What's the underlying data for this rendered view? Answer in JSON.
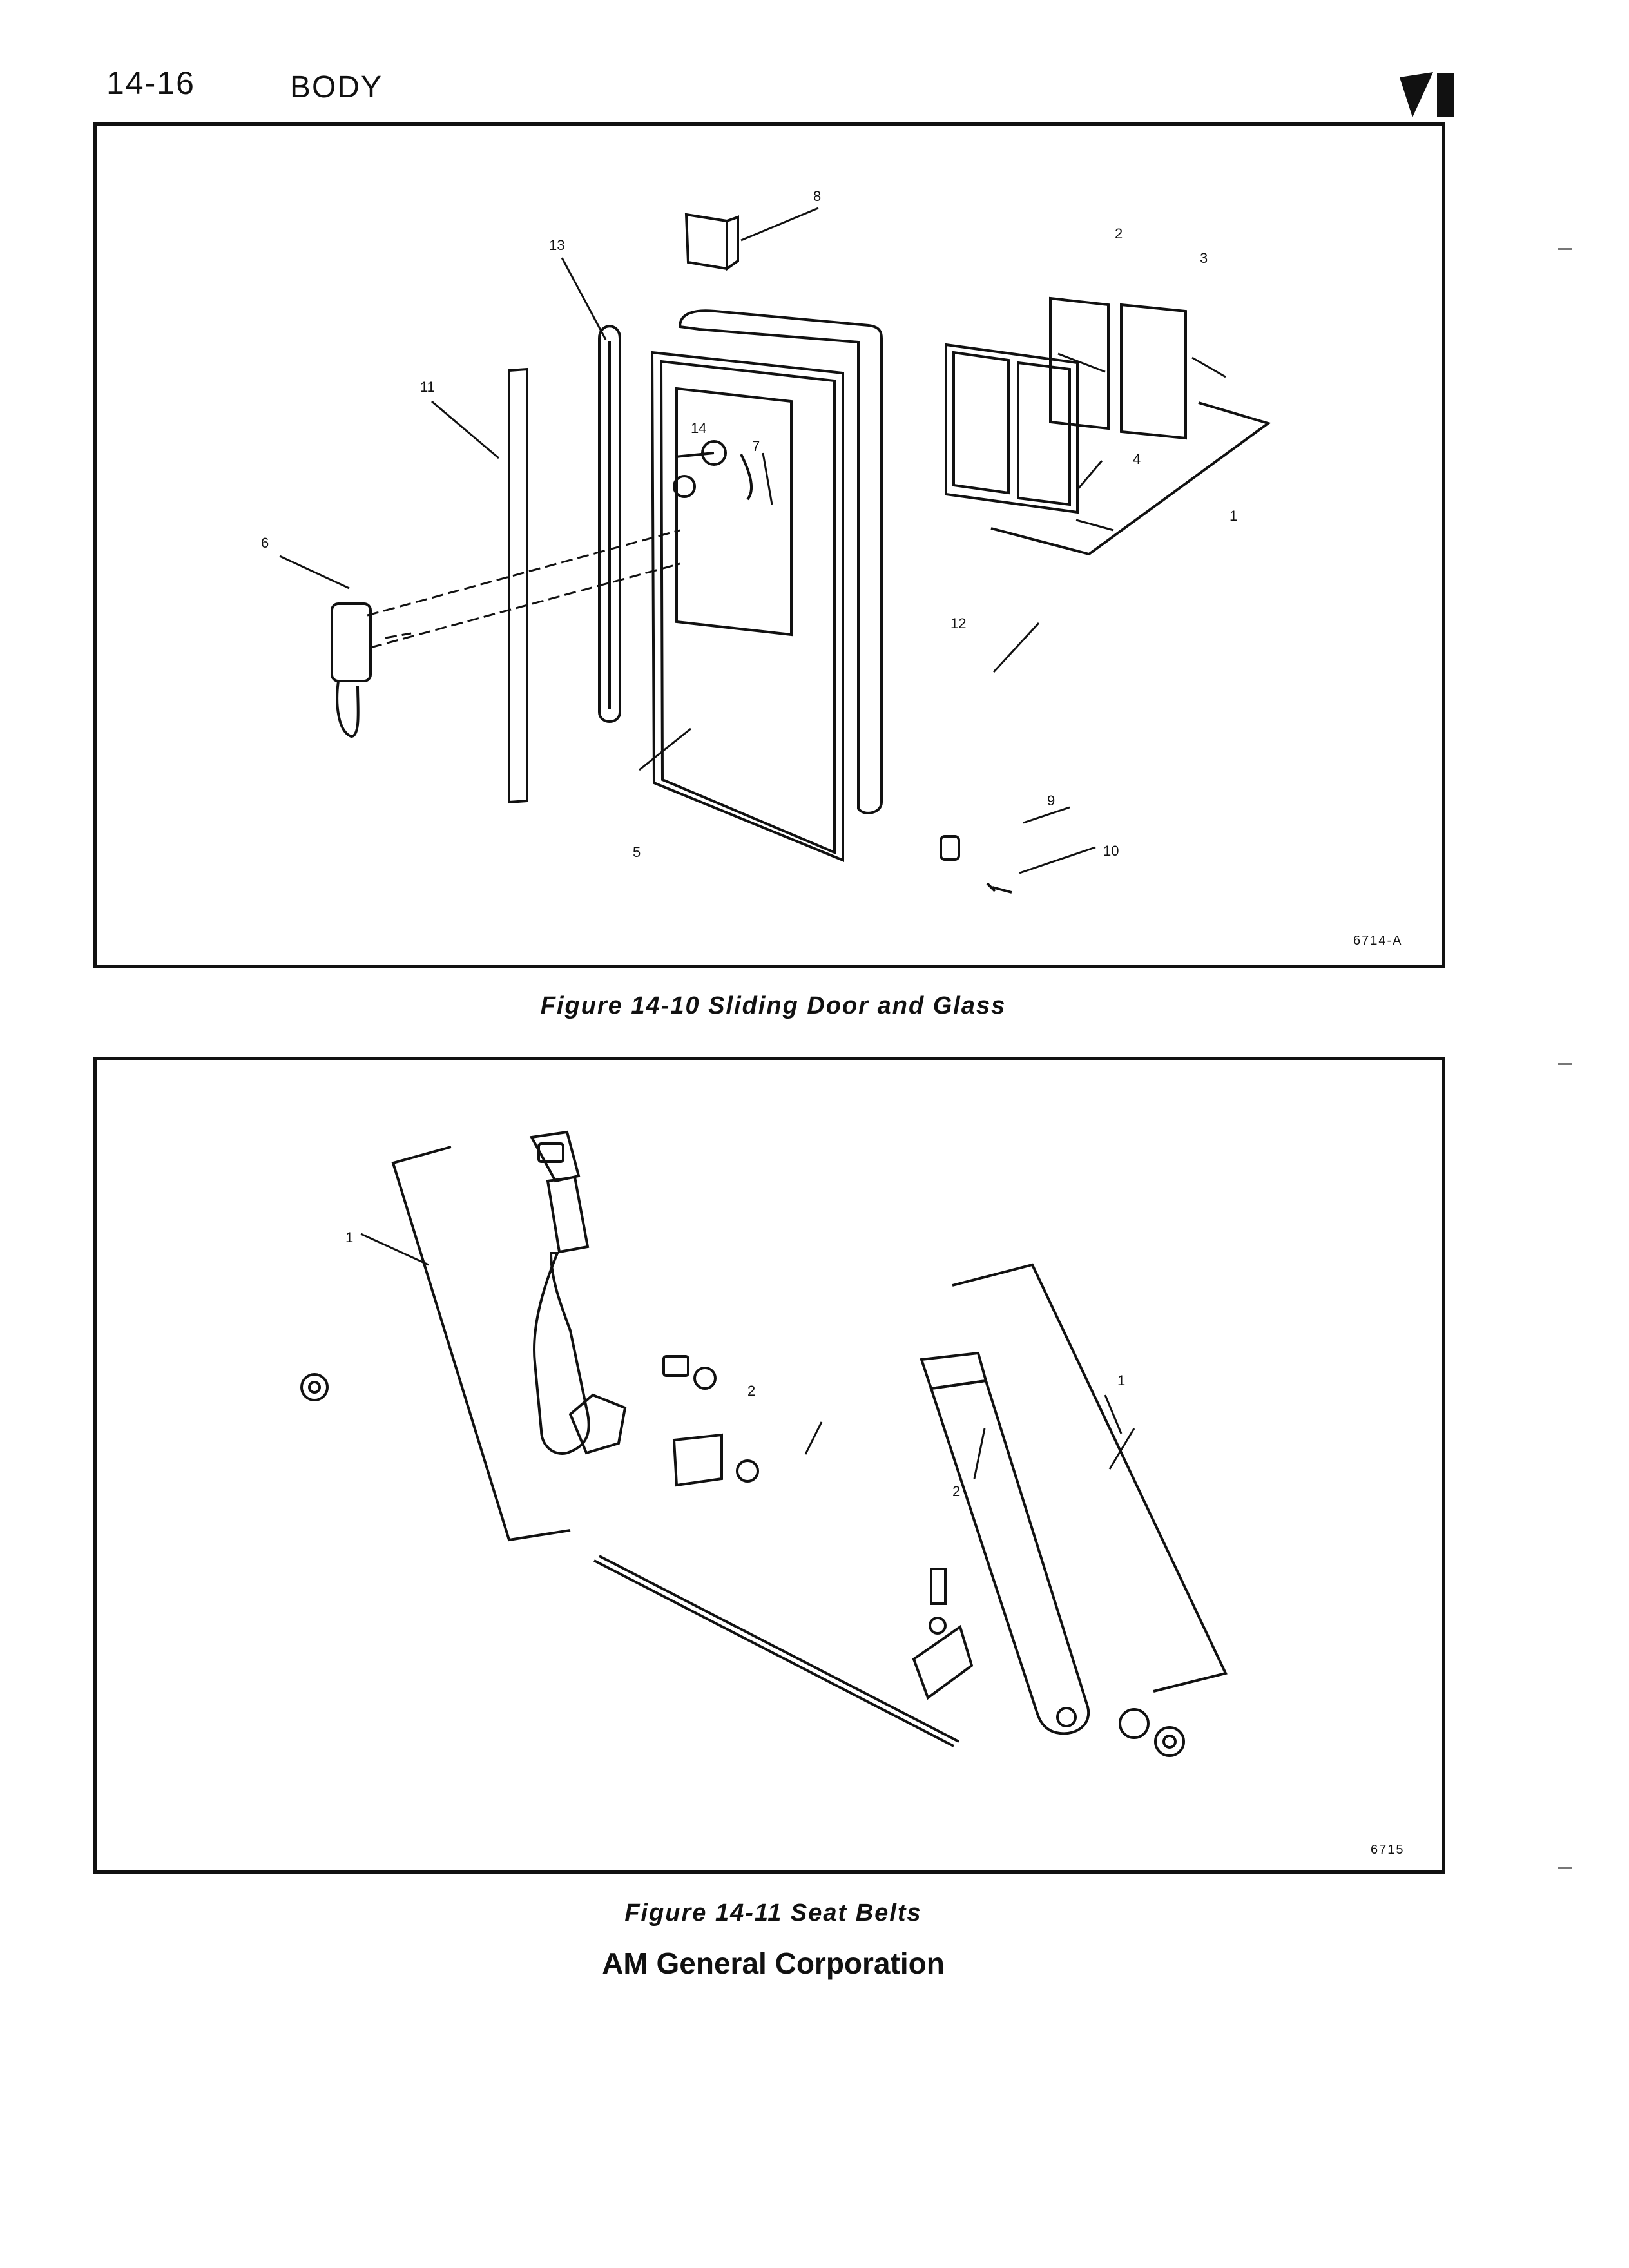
{
  "header": {
    "page_number": "14-16",
    "section_title": "BODY"
  },
  "figure_10": {
    "caption": "Figure 14-10   Sliding Door and Glass",
    "code": "6714-A",
    "callouts": [
      "1",
      "2",
      "3",
      "4",
      "5",
      "6",
      "7",
      "8",
      "9",
      "10",
      "11",
      "12",
      "13",
      "14"
    ]
  },
  "figure_11": {
    "caption": "Figure 14-11   Seat Belts",
    "code": "6715",
    "callouts": [
      "1",
      "2",
      "1",
      "2"
    ]
  },
  "footer": {
    "company": "AM General Corporation"
  }
}
